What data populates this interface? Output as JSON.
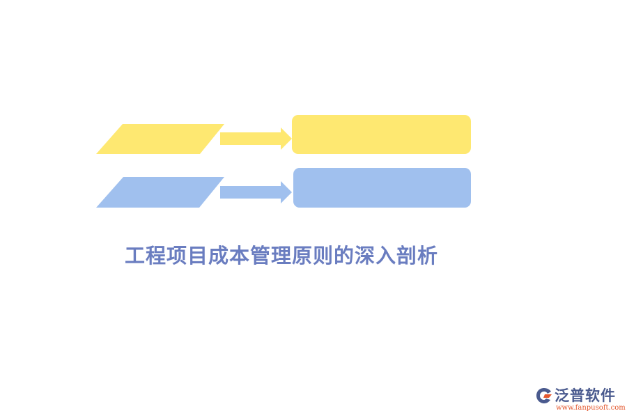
{
  "title": "工程项目成本管理原则的深入剖析",
  "colors": {
    "yellow": "#fee871",
    "blue": "#a0c0ee",
    "title": "#6a7dc0",
    "logo_text": "#4a5a8e",
    "logo_accent": "#e4572e"
  },
  "logo": {
    "name": "泛普软件",
    "url": "www.fanpusoft.com"
  }
}
